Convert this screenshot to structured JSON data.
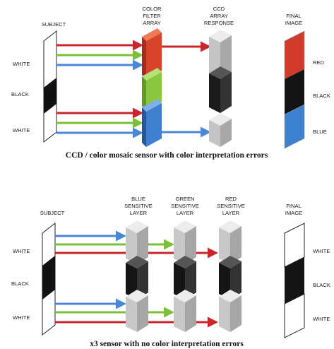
{
  "top": {
    "subject_label": "SUBJECT",
    "filter_label": [
      "COLOR",
      "FILTER",
      "ARRAY"
    ],
    "response_label": [
      "CCD",
      "ARRAY",
      "RESPONSE"
    ],
    "final_label": [
      "FINAL",
      "IMAGE"
    ],
    "row_labels": [
      "WHITE",
      "BLACK",
      "WHITE"
    ],
    "final_row_labels": [
      "RED",
      "BLACK",
      "BLUE"
    ],
    "caption": "CCD / color mosaic sensor with color interpretation errors"
  },
  "bottom": {
    "subject_label": "SUBJECT",
    "blue_layer_label": [
      "BLUE",
      "SENSITIVE",
      "LAYER"
    ],
    "green_layer_label": [
      "GREEN",
      "SENSITIVE",
      "LAYER"
    ],
    "red_layer_label": [
      "RED",
      "SENSITIVE",
      "LAYER"
    ],
    "final_label": [
      "FINAL",
      "IMAGE"
    ],
    "row_labels": [
      "WHITE",
      "BLACK",
      "WHITE"
    ],
    "final_row_labels": [
      "WHITE",
      "BLACK",
      "WHITE"
    ],
    "caption": "x3 sensor with no color interpretation errors"
  },
  "colors": {
    "red_ray": "#c8262c",
    "green_ray": "#7cbf3a",
    "blue_ray": "#4a86d6",
    "filter_red": "#d8442a",
    "filter_green": "#8cc63f",
    "filter_blue": "#3f7fd0",
    "final_red": "#d23a2a",
    "final_blue": "#3c80d0",
    "sensor_gray": "#d4d4d4",
    "sensor_black": "#141414"
  }
}
